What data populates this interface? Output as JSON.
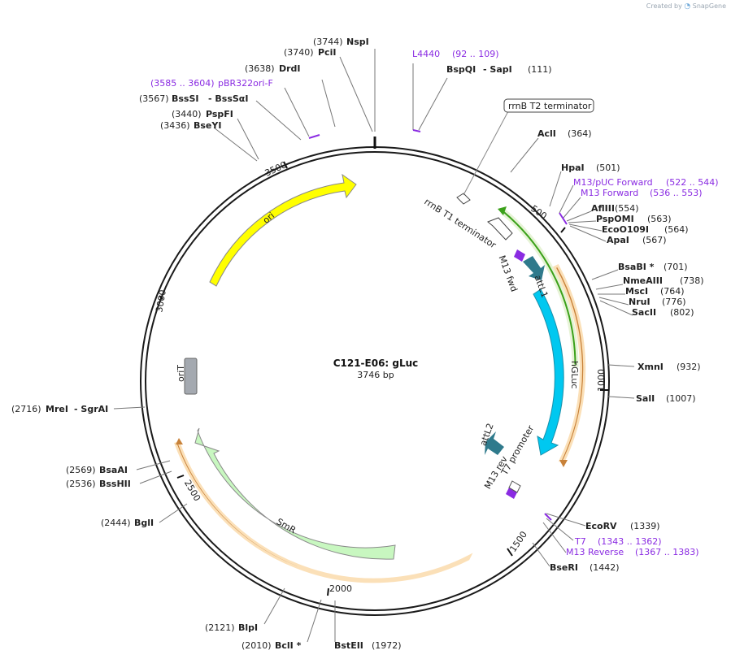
{
  "header": {
    "created_by": "Created by",
    "logo": "◔",
    "app": "SnapGene"
  },
  "title": {
    "name": "C121-E06: gLuc",
    "length": "3746 bp"
  },
  "ticks": [
    "500",
    "1000",
    "1500",
    "2000",
    "2500",
    "3000",
    "3500"
  ],
  "sites": [
    {
      "pos": "(3744)",
      "name": "NspI"
    },
    {
      "pos": "(3740)",
      "name": "PciI"
    },
    {
      "pos": "(3638)",
      "name": "DrdI"
    },
    {
      "pos": "(3585 .. 3604)",
      "name": "pBR322ori-F"
    },
    {
      "pos": "(3567)",
      "name": "BssSI",
      "name2": "- BssSαI"
    },
    {
      "pos": "(3440)",
      "name": "PspFI"
    },
    {
      "pos": "(3436)",
      "name": "BseYI"
    },
    {
      "pos": "(92 .. 109)",
      "name": "L4440"
    },
    {
      "pos": "(111)",
      "name": "BspQI",
      "name2": "- SapI"
    },
    {
      "pos": "(364)",
      "name": "AclI"
    },
    {
      "pos": "(501)",
      "name": "HpaI"
    },
    {
      "pos": "(522 .. 544)",
      "name": "M13/pUC Forward"
    },
    {
      "pos": "(536 .. 553)",
      "name": "M13 Forward"
    },
    {
      "pos": "(554)",
      "name": "AflIII"
    },
    {
      "pos": "(563)",
      "name": "PspOMI"
    },
    {
      "pos": "(564)",
      "name": "EcoO109I"
    },
    {
      "pos": "(567)",
      "name": "ApaI"
    },
    {
      "pos": "(701)",
      "name": "BsaBI *"
    },
    {
      "pos": "(738)",
      "name": "NmeAIII"
    },
    {
      "pos": "(764)",
      "name": "MscI"
    },
    {
      "pos": "(776)",
      "name": "NruI"
    },
    {
      "pos": "(802)",
      "name": "SacII"
    },
    {
      "pos": "(932)",
      "name": "XmnI"
    },
    {
      "pos": "(1007)",
      "name": "SalI"
    },
    {
      "pos": "(1339)",
      "name": "EcoRV"
    },
    {
      "pos": "(1343 .. 1362)",
      "name": "T7"
    },
    {
      "pos": "(1367 .. 1383)",
      "name": "M13 Reverse"
    },
    {
      "pos": "(1442)",
      "name": "BseRI"
    },
    {
      "pos": "(1972)",
      "name": "BstEII"
    },
    {
      "pos": "(2010)",
      "name": "BclI *"
    },
    {
      "pos": "(2121)",
      "name": "BlpI"
    },
    {
      "pos": "(2444)",
      "name": "BglI"
    },
    {
      "pos": "(2536)",
      "name": "BssHII"
    },
    {
      "pos": "(2569)",
      "name": "BsaAI"
    },
    {
      "pos": "(2716)",
      "name": "MreI",
      "name2": "- SgrAI"
    }
  ],
  "features": {
    "rrnb_t2": "rrnB T2 terminator",
    "rrnb_t1": "rrnB T1 terminator",
    "m13_fwd": "M13 fwd",
    "attl1": "attL1",
    "hgluc": "hGLuc",
    "attl2": "attL2",
    "t7_promoter": "T7 promoter",
    "m13_rev": "M13 rev",
    "ori": "ori",
    "orit": "oriT",
    "smr": "SmR"
  },
  "colors": {
    "ori": "#ffff00",
    "hgluc": "#00c8f0",
    "attl": "#2f7a8c",
    "smr": "#c8f7c0",
    "orit": "#a4a9b0",
    "primer": "#8a2be2",
    "green_bar": "#3ba11a",
    "orange_bar": "#c8823a"
  }
}
